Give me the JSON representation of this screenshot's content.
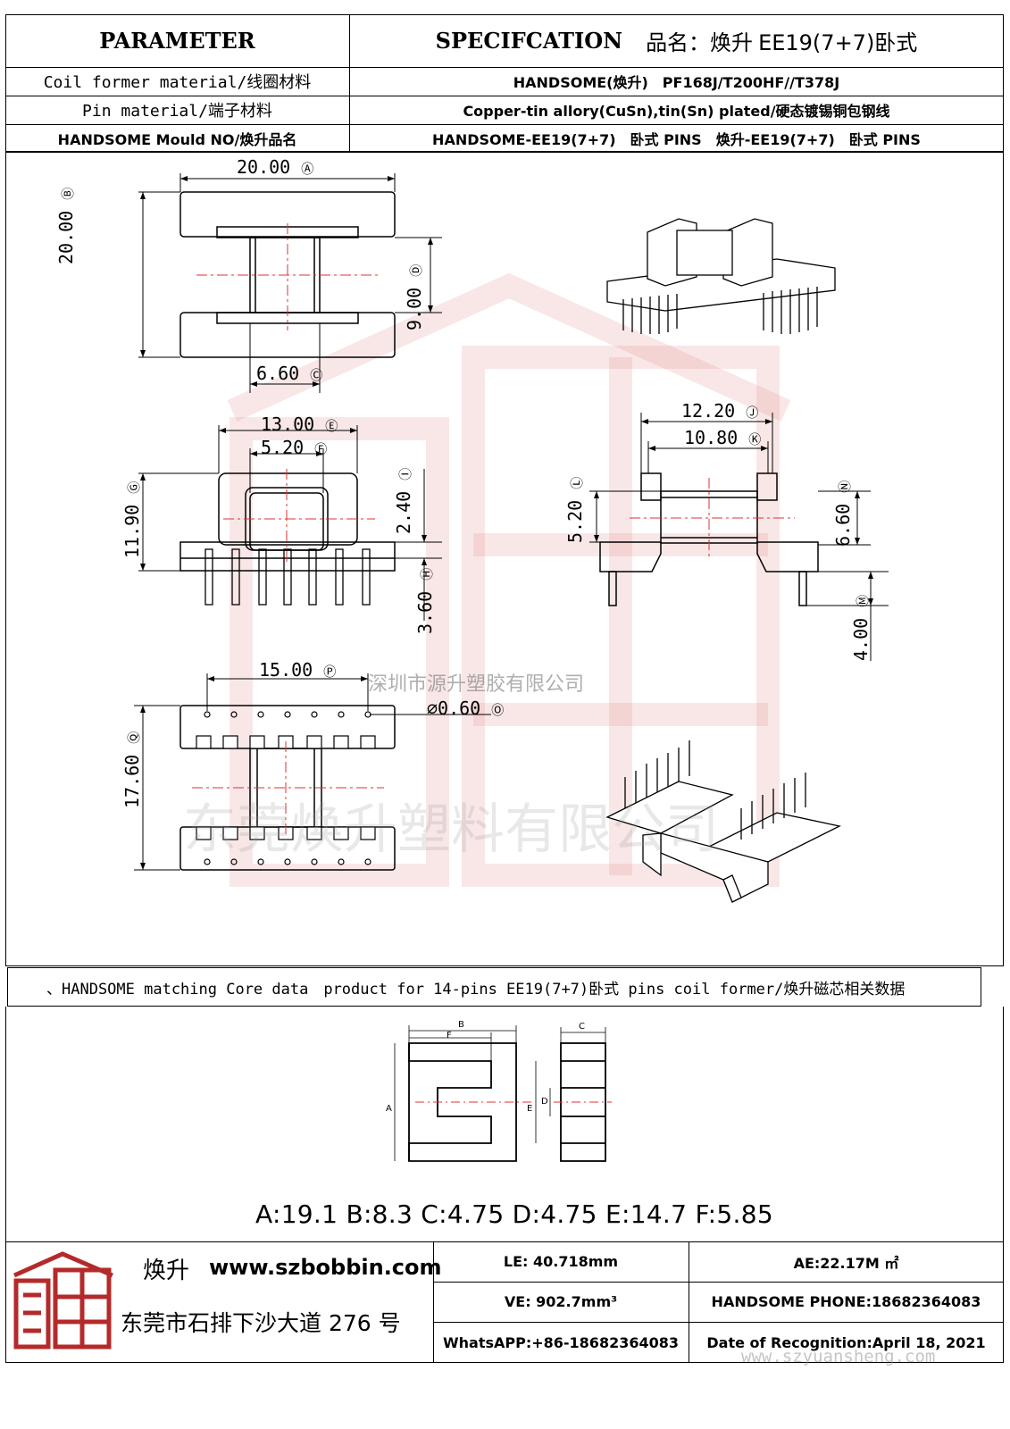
{
  "header": {
    "parameter_label": "PARAMETER",
    "spec_label": "SPECIFCATION",
    "product_name_prefix": "品名：焕升",
    "product_model": "EE19(7+7)卧式"
  },
  "rows": [
    {
      "label": "Coil former material/线圈材料",
      "value": "HANDSOME(焕升)　PF168J/T200HF//T378J"
    },
    {
      "label": "Pin material/端子材料",
      "value": "Copper-tin allory(CuSn),tin(Sn) plated/硬态镀锡铜包钢线"
    },
    {
      "label": "HANDSOME Mould NO/焕升品名",
      "value": "HANDSOME-EE19(7+7)　卧式 PINS　焕升-EE19(7+7)　卧式 PINS"
    }
  ],
  "dims": {
    "a": "20.00",
    "a_mark": "Ⓐ",
    "b": "20.00",
    "b_mark": "Ⓑ",
    "c": "6.60",
    "c_mark": "Ⓒ",
    "d": "9.00",
    "d_mark": "Ⓓ",
    "e": "13.00",
    "e_mark": "Ⓔ",
    "f": "5.20",
    "f_mark": "Ⓕ",
    "g": "11.90",
    "g_mark": "Ⓖ",
    "i": "2.40",
    "i_mark": "Ⓘ",
    "h": "3.60",
    "h_mark": "Ⓗ",
    "j": "12.20",
    "j_mark": "Ⓙ",
    "k": "10.80",
    "k_mark": "Ⓚ",
    "l": "5.20",
    "l_mark": "Ⓛ",
    "n": "6.60",
    "n_mark": "Ⓝ",
    "m": "4.00",
    "m_mark": "Ⓜ",
    "p": "15.00",
    "p_mark": "Ⓟ",
    "o": "⌀0.60",
    "o_mark": "Ⓞ",
    "q": "17.60",
    "q_mark": "Ⓠ"
  },
  "watermarks": {
    "company1": "深圳市源升塑胶有限公司",
    "company2": "东莞焕升塑料有限公司",
    "site": "www.szyuansheng.com"
  },
  "core_section": {
    "title": "、HANDSOME matching Core data　product for 14-pins EE19(7+7)卧式 pins coil former/焕升磁芯相关数据",
    "letters": {
      "a": "A",
      "b": "B",
      "c": "C",
      "d": "D",
      "e": "E",
      "f": "F"
    },
    "values": "A:19.1 B:8.3 C:4.75 D:4.75 E:14.7 F:5.85"
  },
  "footer": {
    "brand": "焕升",
    "website": "www.szbobbin.com",
    "address": "东莞市石排下沙大道 276 号",
    "le": "LE: 40.718mm",
    "ae": "AE:22.17M ㎡",
    "ve": "VE: 902.7mm³",
    "phone": "HANDSOME PHONE:18682364083",
    "whatsapp": "WhatsAPP:+86-18682364083",
    "date": "Date of Recognition:April 18, 2021"
  },
  "colors": {
    "logo_red": "#b42a2a",
    "centerline_red": "#e03030"
  }
}
